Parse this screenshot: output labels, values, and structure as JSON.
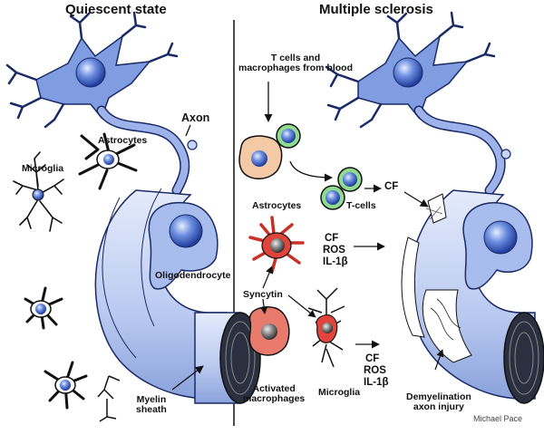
{
  "panels": {
    "left_title": "Quiescent state",
    "right_title": "Multiple sclerosis"
  },
  "labels": {
    "axon": "Axon",
    "astrocytes_left": "Astrocytes",
    "microglia_left": "Microglia",
    "oligodendrocyte": "Oligodendrocyte",
    "myelin_sheath_line1": "Myelin",
    "myelin_sheath_line2": "sheath",
    "tcells_macro_line1": "T cells and",
    "tcells_macro_line2": "macrophages from blood",
    "tcells": "T-cells",
    "astrocytes_right": "Astrocytes",
    "cf_top": "CF",
    "cf_mid": "CF",
    "ros_mid": "ROS",
    "il_mid": "IL-1β",
    "syncytin": "Syncytin",
    "activated_line1": "Activated",
    "activated_line2": "macrophages",
    "microglia_right": "Microglia",
    "cf_low": "CF",
    "ros_low": "ROS",
    "il_low": "IL-1β",
    "demyel_line1": "Demyelination",
    "demyel_line2": "axon injury"
  },
  "credit": "Michael Pace",
  "colors": {
    "neuron": "#7f9de0",
    "neuron_stroke": "#1a2a66",
    "myelin": "#c4d2f2",
    "myelin_dark": "#8ea6de",
    "tcell_ring": "#8fdc8f",
    "astro_fill": "#f4c9a6",
    "microglia_red": "#e0443a",
    "macro_fill": "#e87a6c"
  }
}
